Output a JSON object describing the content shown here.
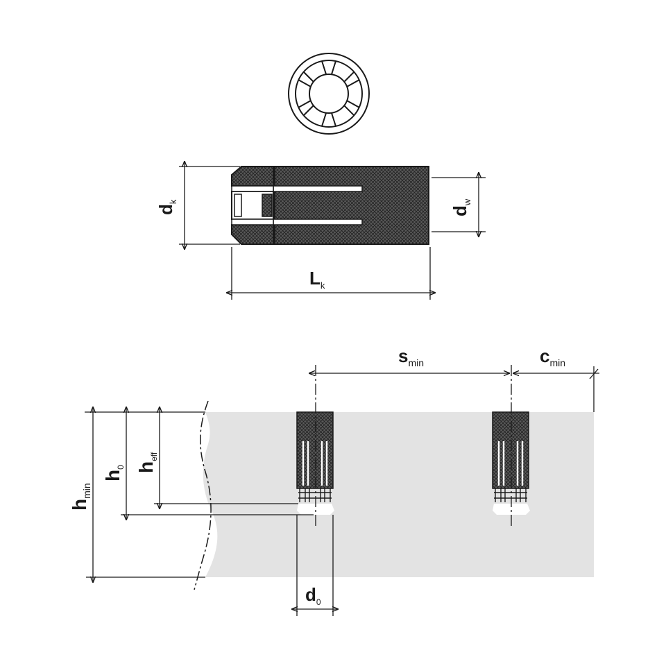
{
  "labels": {
    "dk": {
      "main": "d",
      "sub": "k"
    },
    "dw": {
      "main": "d",
      "sub": "w"
    },
    "Lk": {
      "main": "L",
      "sub": "k"
    },
    "smin": {
      "main": "s",
      "sub": "min"
    },
    "cmin": {
      "main": "c",
      "sub": "min"
    },
    "hmin": {
      "main": "h",
      "sub": "min"
    },
    "h0": {
      "main": "h",
      "sub": "0"
    },
    "heff": {
      "main": "h",
      "sub": "eff"
    },
    "d0": {
      "main": "d",
      "sub": "0"
    }
  },
  "colors": {
    "line": "#1a1a1a",
    "concrete": "#e3e3e3",
    "knurl": "#4a4a4a"
  }
}
